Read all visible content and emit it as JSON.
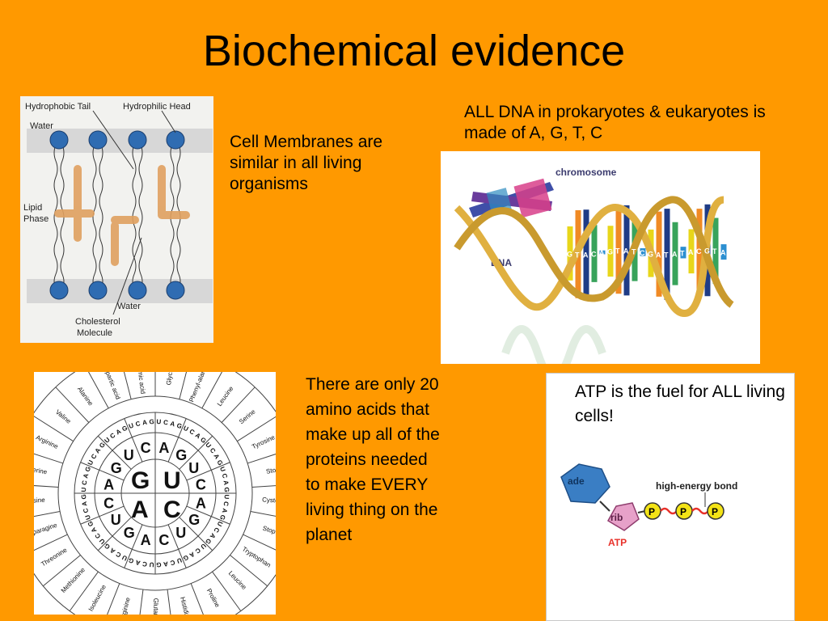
{
  "slide": {
    "title": "Biochemical evidence",
    "membrane_caption": "Cell Membranes are similar in all living organisms",
    "dna_caption": "ALL DNA in prokaryotes & eukaryotes is made of A, G, T, C",
    "amino_caption": "There are only 20 amino acids that make up all of the proteins needed to make EVERY living thing on the planet",
    "atp_caption": "ATP is the fuel for ALL living cells!"
  },
  "membrane_figure": {
    "labels": {
      "hydrophobic_tail": "Hydrophobic Tail",
      "hydrophilic_head": "Hydrophilic Head",
      "water_top": "Water",
      "lipid": "Lipid",
      "phase": "Phase",
      "water_bottom": "Water",
      "cholesterol": "Cholesterol",
      "molecule": "Molecule"
    }
  },
  "dna_figure": {
    "labels": {
      "chromosome": "chromosome",
      "dna": "DNA"
    },
    "bases": [
      "C",
      "G",
      "T",
      "A",
      "C",
      "A",
      "G",
      "T",
      "A",
      "T",
      "C",
      "G",
      "A",
      "T",
      "A",
      "T",
      "A",
      "C",
      "G",
      "T",
      "A"
    ]
  },
  "codon_wheel": {
    "center": [
      "G",
      "U",
      "A",
      "C"
    ],
    "ring2": [
      "A",
      "G",
      "U",
      "C",
      "A",
      "G",
      "U",
      "C",
      "A",
      "G",
      "U",
      "C",
      "A",
      "G",
      "U",
      "C"
    ],
    "ring3": "UCAGUCAGUCAGUCAGUCAGUCAGUCAGUCAGUCAGUCAGUCAGUCAGUCAGUCAGUCAGUCAG",
    "amino_acids": [
      "Glycine",
      "Phenyl-alanine",
      "Leucine",
      "Serine",
      "Tyrosine",
      "Stop",
      "Cysteine",
      "Stop",
      "Tryptophan",
      "Leucine",
      "Proline",
      "Histidine",
      "Glutamine",
      "Arginine",
      "Isoleucine",
      "Methionine",
      "Threonine",
      "Asparagine",
      "Lysine",
      "Serine",
      "Arginine",
      "Valine",
      "Alanine",
      "Aspartic acid",
      "Glutamic acid"
    ]
  },
  "atp_figure": {
    "labels": {
      "ade": "ade",
      "rib": "rib",
      "p1": "P",
      "p2": "P",
      "p3": "P",
      "atp": "ATP",
      "bond": "high-energy bond"
    },
    "colors": {
      "ade": "#3A7EC4",
      "rib": "#E7A1C9",
      "phosphate": "#F3E316",
      "atp": "#E8312A"
    }
  }
}
